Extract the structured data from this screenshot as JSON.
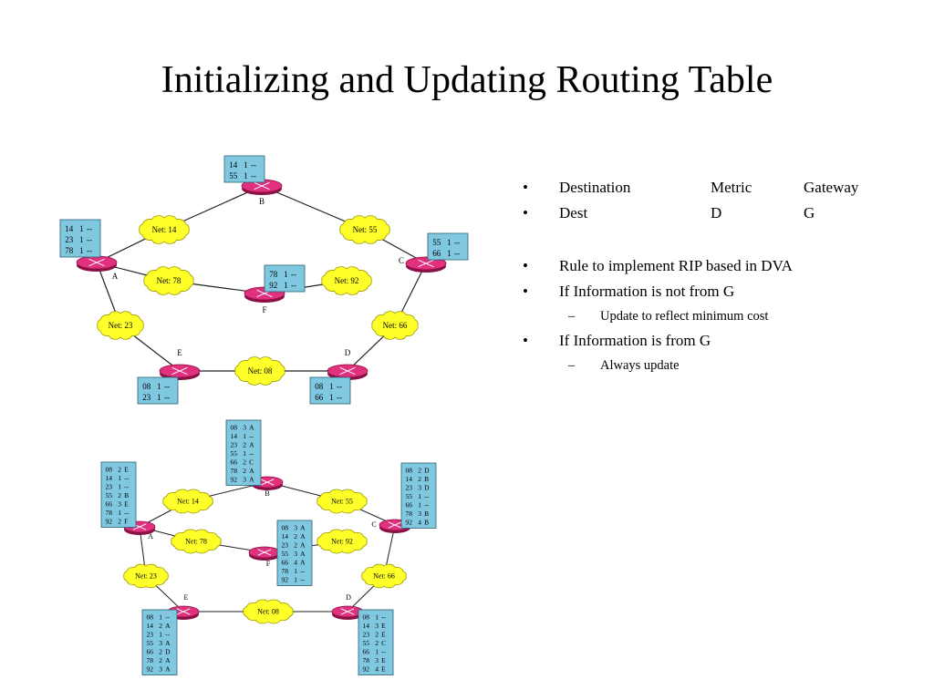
{
  "slide": {
    "title": "Initializing and Updating Routing Table"
  },
  "colors": {
    "router": "#e0307e",
    "routerDark": "#8a1046",
    "table": "#7fc8e0",
    "cloud": "#ffff2a",
    "line": "#222222"
  },
  "bullets": {
    "row1": [
      "Destination",
      "Metric",
      "Gateway"
    ],
    "row2": [
      "Dest",
      "D",
      "G"
    ],
    "rule": "Rule to implement RIP based in DVA",
    "notFromG": "If Information is not from G",
    "notFromGSub": "Update to reflect minimum cost",
    "fromG": "If Information is from G",
    "fromGSub": "Always update"
  },
  "diagrams": [
    {
      "routers": [
        "A",
        "B",
        "C",
        "D",
        "E",
        "F"
      ],
      "networks": [
        "Net: 14",
        "Net: 55",
        "Net: 78",
        "Net: 92",
        "Net: 23",
        "Net: 66",
        "Net: 08"
      ],
      "tables": {
        "A": [
          [
            "14",
            "1",
            "--"
          ],
          [
            "23",
            "1",
            "--"
          ],
          [
            "78",
            "1",
            "--"
          ]
        ],
        "B": [
          [
            "14",
            "1",
            "--"
          ],
          [
            "55",
            "1",
            "--"
          ]
        ],
        "C": [
          [
            "55",
            "1",
            "--"
          ],
          [
            "66",
            "1",
            "--"
          ]
        ],
        "D": [
          [
            "08",
            "1",
            "--"
          ],
          [
            "66",
            "1",
            "--"
          ]
        ],
        "E": [
          [
            "08",
            "1",
            "--"
          ],
          [
            "23",
            "1",
            "--"
          ]
        ],
        "F": [
          [
            "78",
            "1",
            "--"
          ],
          [
            "92",
            "1",
            "--"
          ]
        ]
      }
    },
    {
      "routers": [
        "A",
        "B",
        "C",
        "D",
        "E",
        "F"
      ],
      "networks": [
        "Net: 14",
        "Net: 55",
        "Net: 78",
        "Net: 92",
        "Net: 23",
        "Net: 66",
        "Net: 08"
      ],
      "tables": {
        "A": [
          [
            "08",
            "2",
            "E"
          ],
          [
            "14",
            "1",
            "--"
          ],
          [
            "23",
            "1",
            "--"
          ],
          [
            "55",
            "2",
            "B"
          ],
          [
            "66",
            "3",
            "E"
          ],
          [
            "78",
            "1",
            "--"
          ],
          [
            "92",
            "2",
            "F"
          ]
        ],
        "B": [
          [
            "08",
            "3",
            "A"
          ],
          [
            "14",
            "1",
            "--"
          ],
          [
            "23",
            "2",
            "A"
          ],
          [
            "55",
            "1",
            "--"
          ],
          [
            "66",
            "2",
            "C"
          ],
          [
            "78",
            "2",
            "A"
          ],
          [
            "92",
            "3",
            "A"
          ]
        ],
        "C": [
          [
            "08",
            "2",
            "D"
          ],
          [
            "14",
            "2",
            "B"
          ],
          [
            "23",
            "3",
            "D"
          ],
          [
            "55",
            "1",
            "--"
          ],
          [
            "66",
            "1",
            "--"
          ],
          [
            "78",
            "3",
            "B"
          ],
          [
            "92",
            "4",
            "B"
          ]
        ],
        "D": [
          [
            "08",
            "1",
            "--"
          ],
          [
            "14",
            "3",
            "E"
          ],
          [
            "23",
            "2",
            "E"
          ],
          [
            "55",
            "2",
            "C"
          ],
          [
            "66",
            "1",
            "--"
          ],
          [
            "78",
            "3",
            "E"
          ],
          [
            "92",
            "4",
            "E"
          ]
        ],
        "E": [
          [
            "08",
            "1",
            "--"
          ],
          [
            "14",
            "2",
            "A"
          ],
          [
            "23",
            "1",
            "--"
          ],
          [
            "55",
            "3",
            "A"
          ],
          [
            "66",
            "2",
            "D"
          ],
          [
            "78",
            "2",
            "A"
          ],
          [
            "92",
            "3",
            "A"
          ]
        ],
        "F": [
          [
            "08",
            "3",
            "A"
          ],
          [
            "14",
            "2",
            "A"
          ],
          [
            "23",
            "2",
            "A"
          ],
          [
            "55",
            "3",
            "A"
          ],
          [
            "66",
            "4",
            "A"
          ],
          [
            "78",
            "1",
            "--"
          ],
          [
            "92",
            "1",
            "--"
          ]
        ]
      }
    }
  ]
}
